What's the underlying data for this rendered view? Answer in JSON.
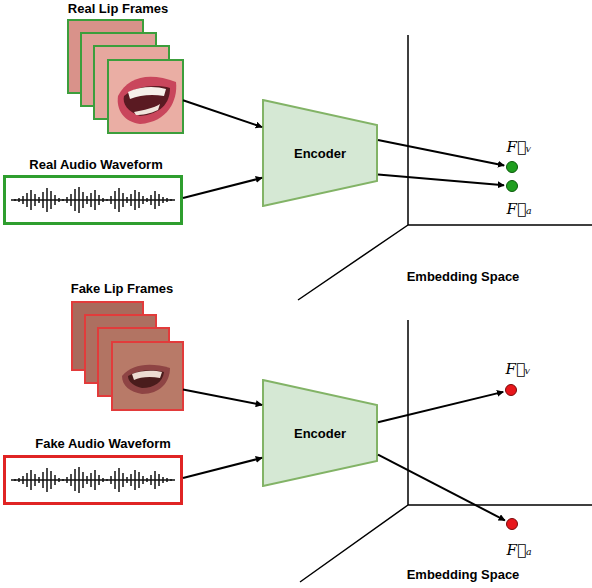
{
  "diagram": {
    "nodes": [
      {
        "text": [
          "Real Lip Frames"
        ]
      },
      {
        "text": [
          "Real Audio Waveform"
        ]
      },
      {
        "text": [
          "Encoder"
        ]
      },
      {
        "text": [
          "F⃗ᵥ"
        ]
      },
      {
        "text": [
          "F⃗ₐ"
        ]
      },
      {
        "text": [
          "Fake Lip Frames"
        ]
      },
      {
        "text": [
          "Fake Audio Waveform"
        ]
      },
      {
        "text": [
          "Encoder"
        ]
      },
      {
        "text": [
          "F⃗ᵥ"
        ]
      },
      {
        "text": [
          "F⃗ₐ"
        ]
      }
    ],
    "edges": [
      {
        "from": 0,
        "to": 2,
        "arrow": "to"
      },
      {
        "from": 1,
        "to": 2,
        "arrow": "to"
      },
      {
        "from": 2,
        "to": 3,
        "arrow": "to"
      },
      {
        "from": 2,
        "to": 4,
        "arrow": "to"
      },
      {
        "from": 5,
        "to": 7,
        "arrow": "to"
      },
      {
        "from": 6,
        "to": 7,
        "arrow": "to"
      },
      {
        "from": 7,
        "to": 8,
        "arrow": "to"
      },
      {
        "from": 7,
        "to": 9,
        "arrow": "to"
      }
    ],
    "labels": [
      "Embedding Space",
      "Embedding Space"
    ]
  }
}
